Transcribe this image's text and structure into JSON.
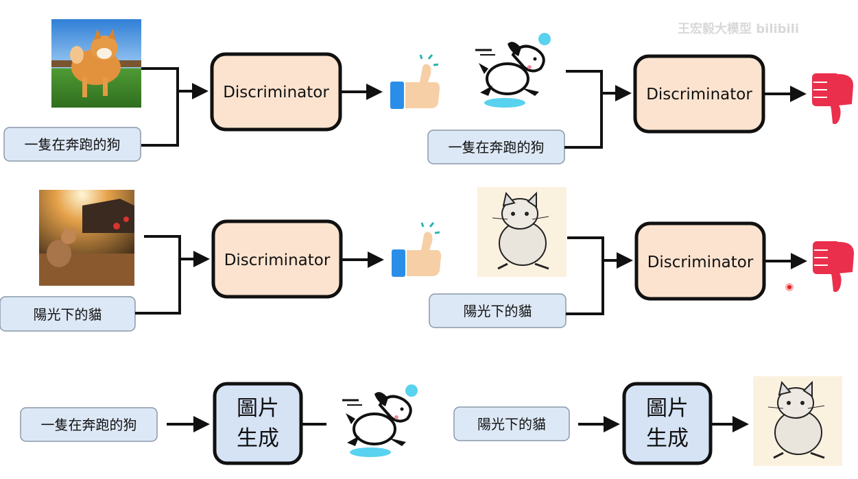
{
  "watermark": "王宏毅大模型 bilibili",
  "discriminator_label": "Discriminator",
  "generator_label_line1": "圖片",
  "generator_label_line2": "生成",
  "prompts": {
    "dog": "一隻在奔跑的狗",
    "cat": "陽光下的貓"
  },
  "icons": {
    "good": "thumbs-up-icon",
    "bad": "thumbs-down-icon"
  },
  "colors": {
    "discriminator_fill": "#fbe3cf",
    "generator_fill": "#d5e3f5",
    "prompt_fill": "#dde8f6",
    "thumbs_up": "#f6cfa6",
    "thumbs_up_cuff": "#2a8ee8",
    "thumbs_down": "#ea2f4c"
  }
}
